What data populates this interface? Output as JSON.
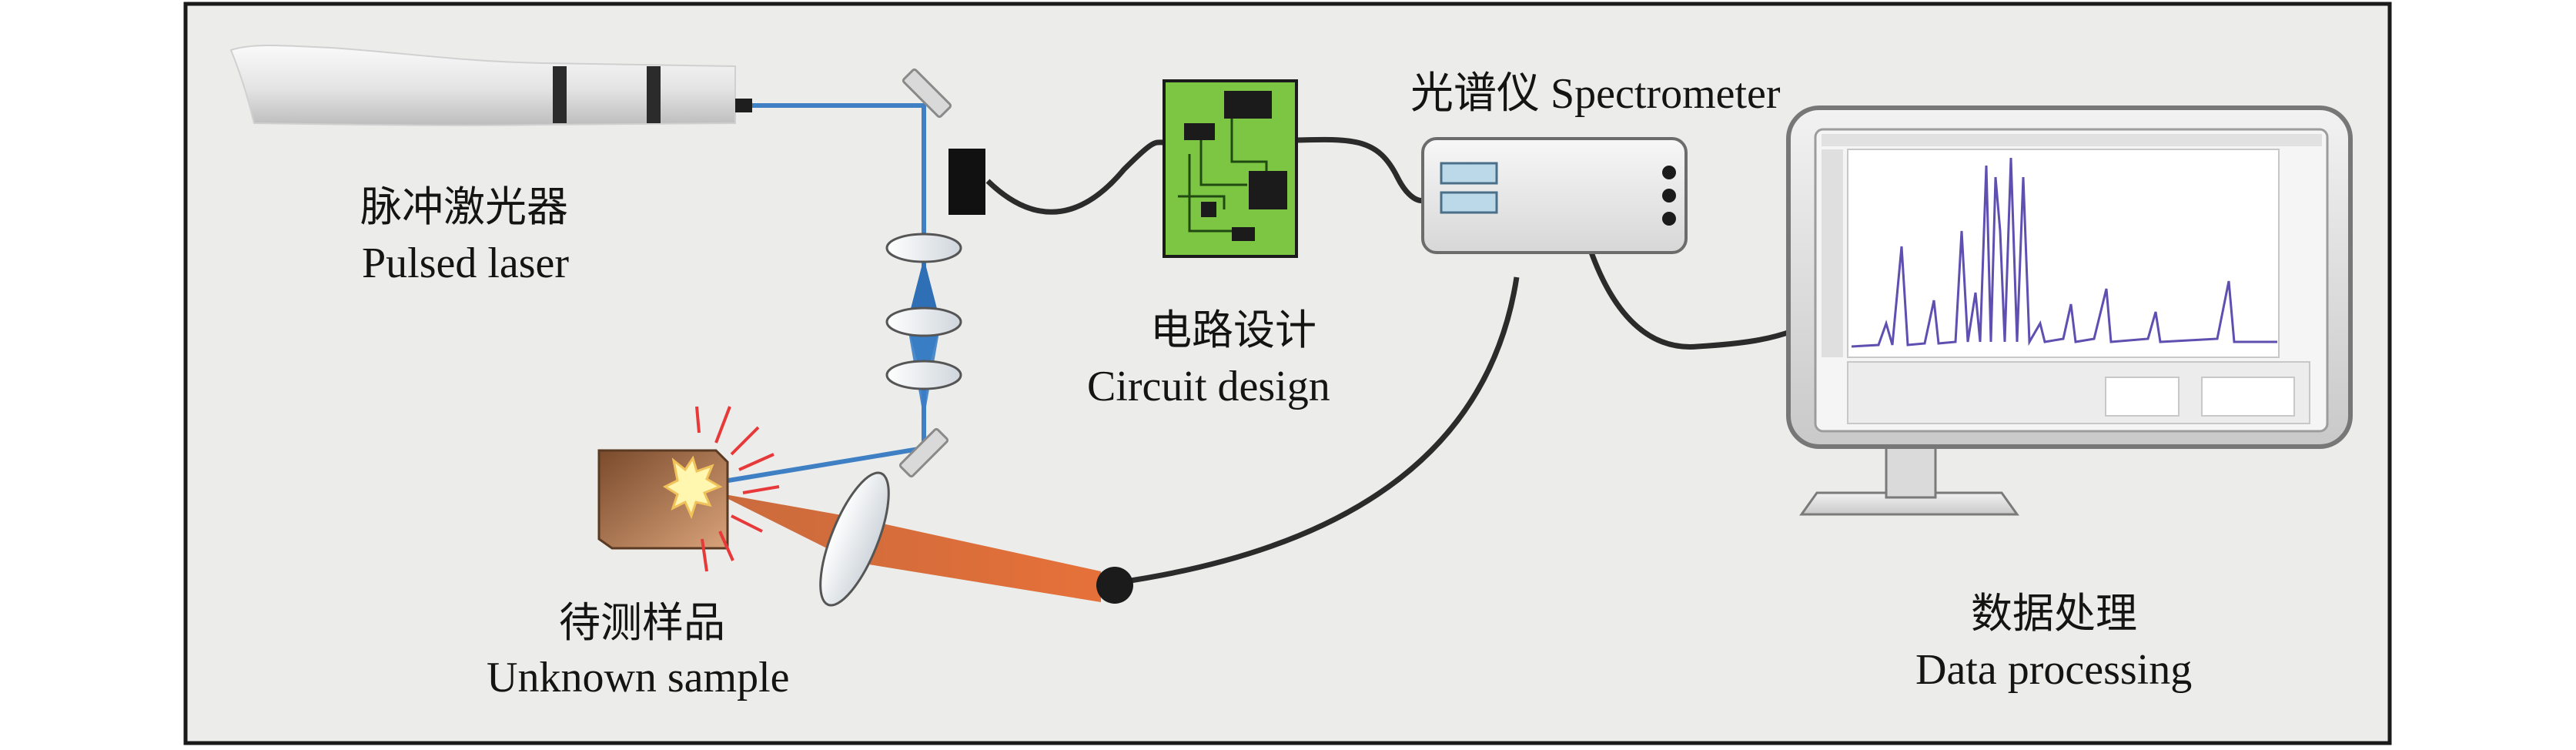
{
  "figure": {
    "colors": {
      "panel_bg": "#ecedea",
      "border": "#1a1a1a",
      "laser_beam": "#3f7fc4",
      "fiber": "#2b2b2b",
      "plasma_cone": "#e0642e",
      "circuit_board": "#7cc644",
      "spectrum_line": "#5e4fb0"
    },
    "components": {
      "laser": {
        "icon": "pulsed-laser-icon",
        "label_cn": "脉冲激光器",
        "label_en": "Pulsed laser"
      },
      "circuit": {
        "icon": "circuit-board-icon",
        "label_cn": "电路设计",
        "label_en": "Circuit design"
      },
      "spectrometer": {
        "icon": "spectrometer-icon",
        "label": "光谱仪 Spectrometer"
      },
      "sample": {
        "icon": "sample-block-icon",
        "label_cn": "待测样品",
        "label_en": "Unknown sample"
      },
      "data": {
        "icon": "monitor-icon",
        "label_cn": "数据处理",
        "label_en": "Data processing"
      }
    },
    "optics": [
      "mirror-icon",
      "photodiode-icon",
      "lens-icon",
      "fiber-collector-icon"
    ]
  }
}
